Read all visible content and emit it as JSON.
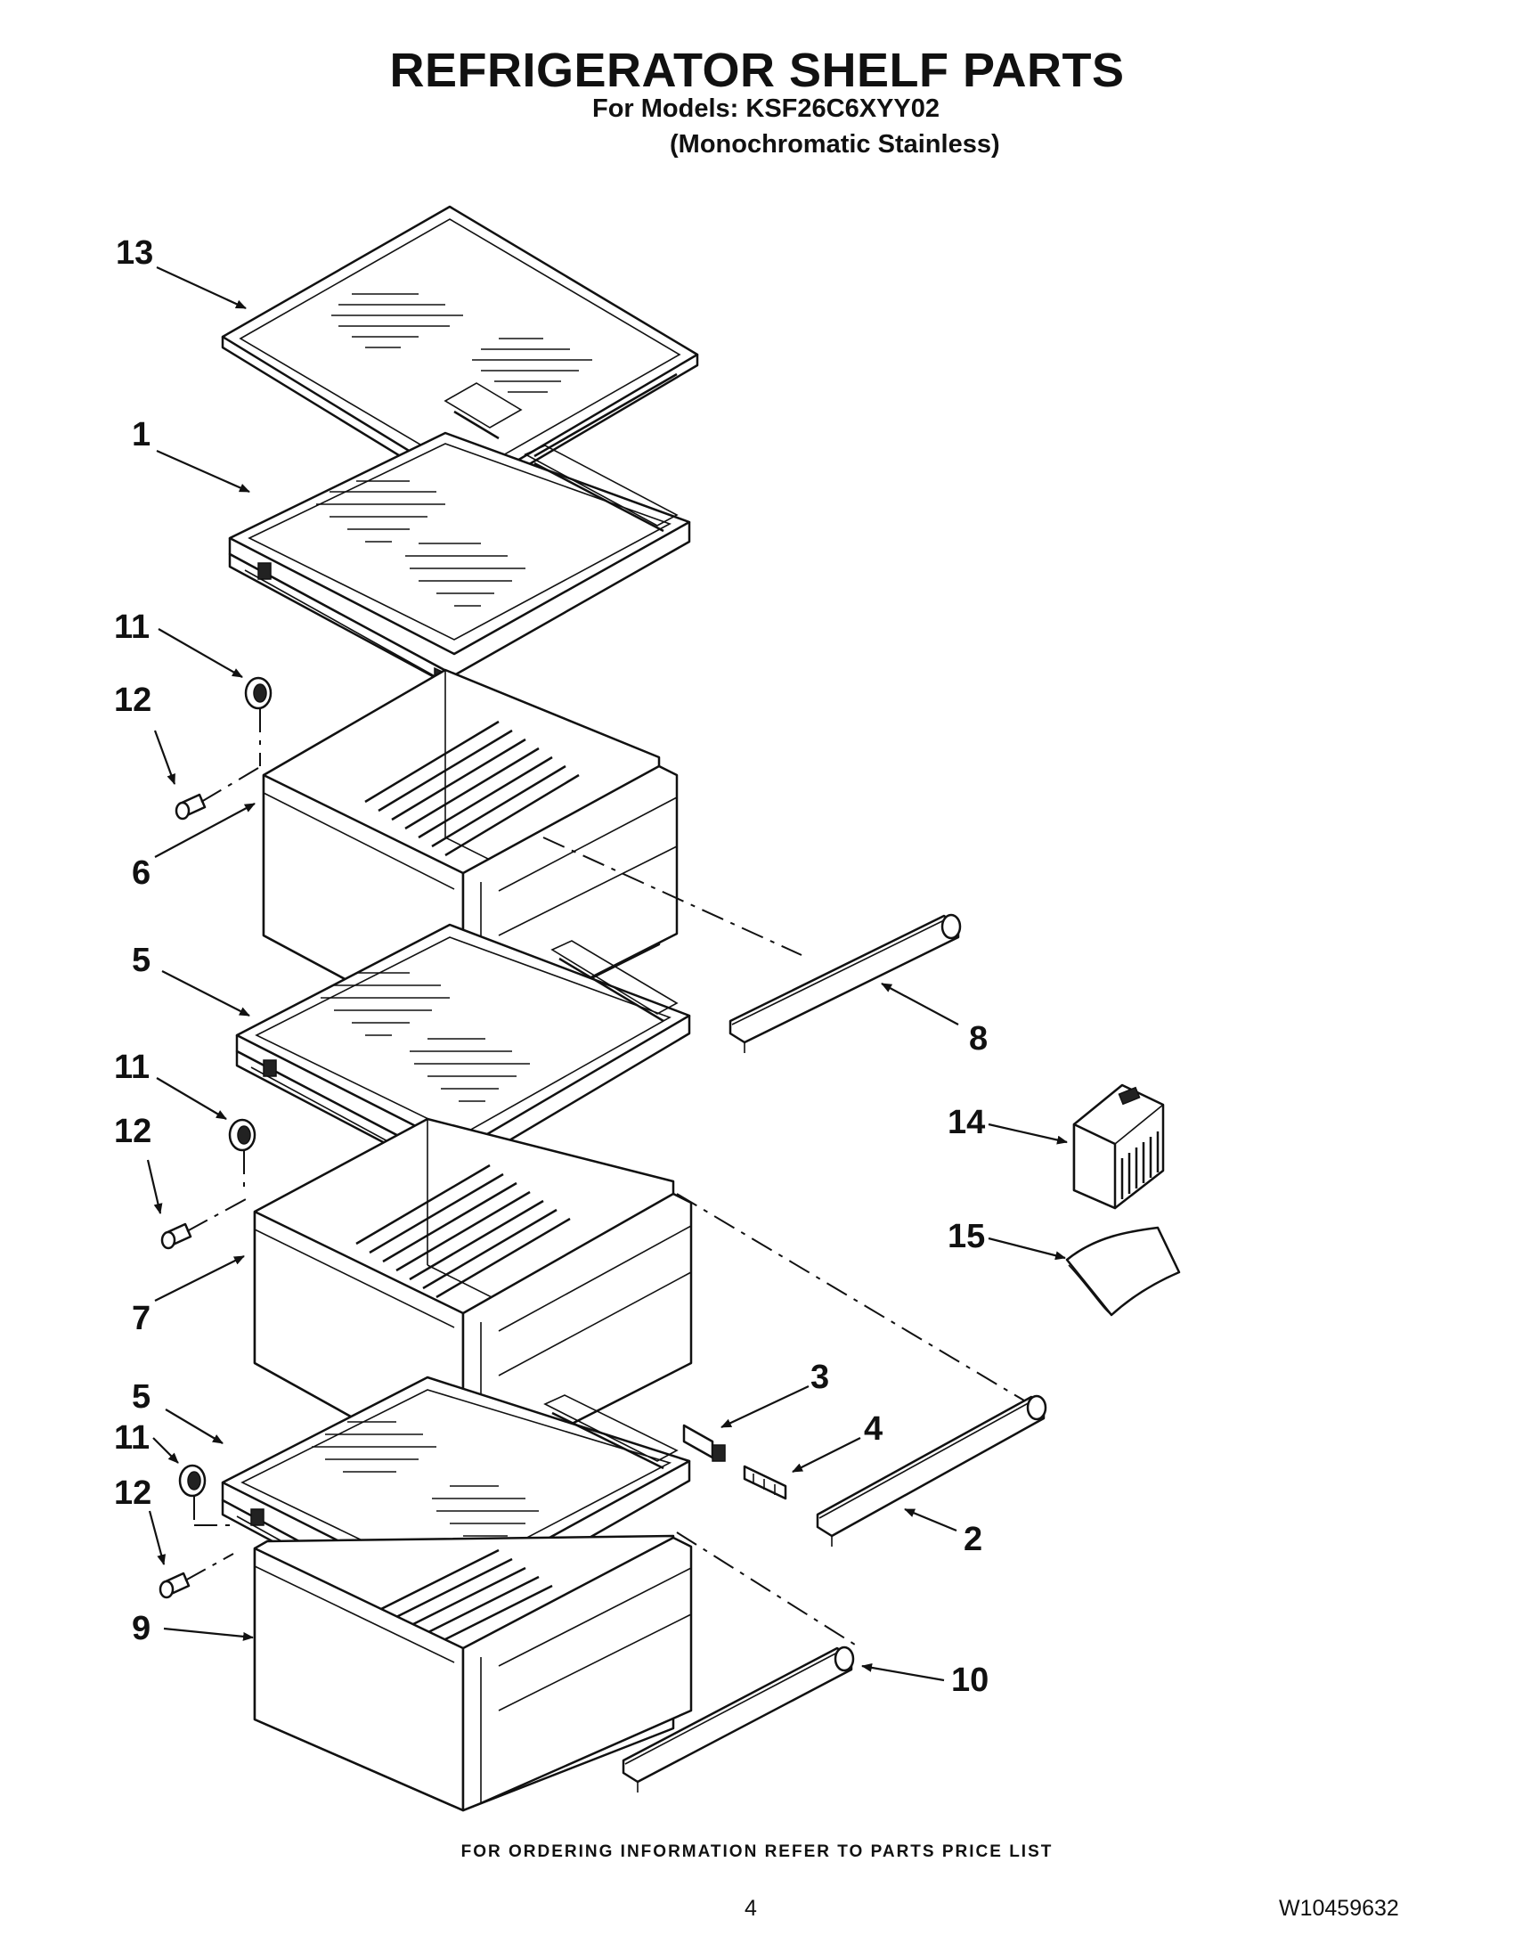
{
  "header": {
    "title": "REFRIGERATOR SHELF PARTS",
    "models": "For Models: KSF26C6XYY02",
    "variant": "(Monochromatic Stainless)"
  },
  "diagram": {
    "callouts": [
      "13",
      "1",
      "11",
      "12",
      "6",
      "5",
      "8",
      "11",
      "12",
      "14",
      "15",
      "7",
      "5",
      "11",
      "3",
      "4",
      "12",
      "2",
      "9",
      "10"
    ]
  },
  "footer": {
    "ordering": "FOR ORDERING INFORMATION REFER TO PARTS PRICE LIST",
    "page_number": "4",
    "document_number": "W10459632"
  }
}
